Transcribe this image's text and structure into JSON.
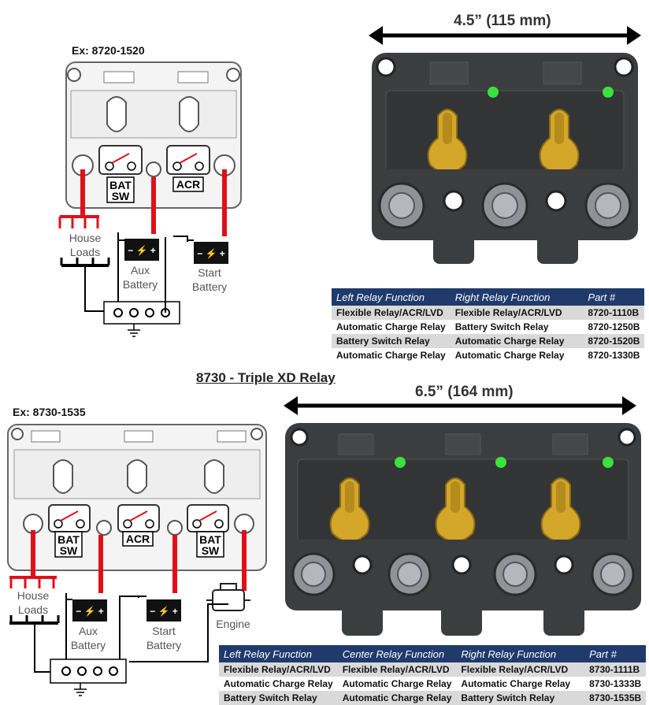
{
  "relay8720": {
    "example": "Ex: 8720-1520",
    "dimension": "4.5” (115 mm)",
    "labels": {
      "bat_sw_1": "BAT",
      "bat_sw_2": "SW",
      "acr": "ACR",
      "house_1": "House",
      "house_2": "Loads",
      "aux_1": "Aux",
      "aux_2": "Battery",
      "start_1": "Start",
      "start_2": "Battery",
      "battery_symbol": "− ⚡ +"
    },
    "table": {
      "headers": [
        "Left Relay Function",
        "Right Relay Function",
        "Part #"
      ],
      "rows": [
        [
          "Flexible Relay/ACR/LVD",
          "Flexible Relay/ACR/LVD",
          "8720-1110B"
        ],
        [
          "Automatic Charge Relay",
          "Battery Switch Relay",
          "8720-1250B"
        ],
        [
          "Battery Switch Relay",
          "Automatic Charge Relay",
          "8720-1520B"
        ],
        [
          "Automatic Charge Relay",
          "Automatic Charge Relay",
          "8720-1330B"
        ]
      ]
    }
  },
  "relay8730": {
    "section_title": "8730 - Triple XD Relay",
    "example": "Ex: 8730-1535",
    "dimension": "6.5” (164 mm)",
    "labels": {
      "bat_sw_1": "BAT",
      "bat_sw_2": "SW",
      "acr": "ACR",
      "bat_sw2_1": "BAT",
      "bat_sw2_2": "SW",
      "house_1": "House",
      "house_2": "Loads",
      "aux_1": "Aux",
      "aux_2": "Battery",
      "start_1": "Start",
      "start_2": "Battery",
      "engine": "Engine"
    },
    "table": {
      "headers": [
        "Left Relay Function",
        "Center Relay Function",
        "Right Relay Function",
        "Part #"
      ],
      "rows": [
        [
          "Flexible Relay/ACR/LVD",
          "Flexible Relay/ACR/LVD",
          "Flexible Relay/ACR/LVD",
          "8730-1111B"
        ],
        [
          "Automatic Charge Relay",
          "Automatic Charge Relay",
          "Automatic Charge Relay",
          "8730-1333B"
        ],
        [
          "Battery Switch Relay",
          "Automatic Charge Relay",
          "Battery Switch Relay",
          "8730-1535B"
        ]
      ]
    }
  },
  "colors": {
    "wire_red": "#e0101a",
    "housing_dark": "#3c3d3f",
    "knob_gold": "#d4a62a",
    "led_green": "#39e23c",
    "table_header": "#1f3a6b"
  }
}
